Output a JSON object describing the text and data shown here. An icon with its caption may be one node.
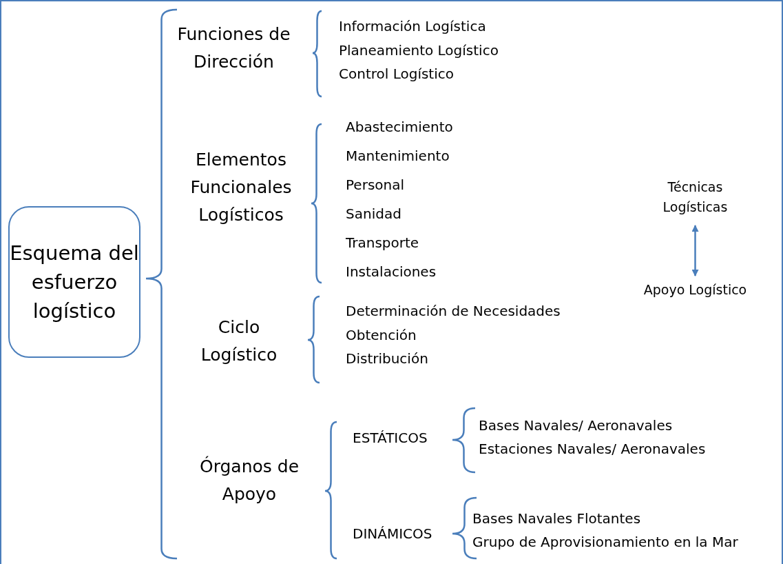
{
  "diagram": {
    "nodes": [
      {
        "text": [
          "Esquema del esfuerzo logístico"
        ]
      },
      {
        "text": [
          "Técnicas Logísticas"
        ]
      },
      {
        "text": [
          "Apoyo Logístico"
        ]
      }
    ],
    "edges": [
      {
        "from": 1,
        "to": 2,
        "arrow": "both"
      }
    ],
    "labels": [
      "Funciones de Dirección",
      "Información Logística",
      "Planeamiento Logístico",
      "Control Logístico",
      "Elementos Funcionales Logísticos",
      "Abastecimiento",
      "Mantenimiento",
      "Personal",
      "Sanidad",
      "Transporte",
      "Instalaciones",
      "Ciclo Logístico",
      "Determinación de Necesidades",
      "Obtención",
      "Distribución",
      "Órganos de Apoyo",
      "ESTÁTICOS",
      "Bases Navales/ Aeronavales",
      "Estaciones Navales/ Aeronavales",
      "DINÁMICOS",
      "Bases Navales Flotantes",
      "Grupo de Aprovisionamiento en la Mar"
    ]
  }
}
